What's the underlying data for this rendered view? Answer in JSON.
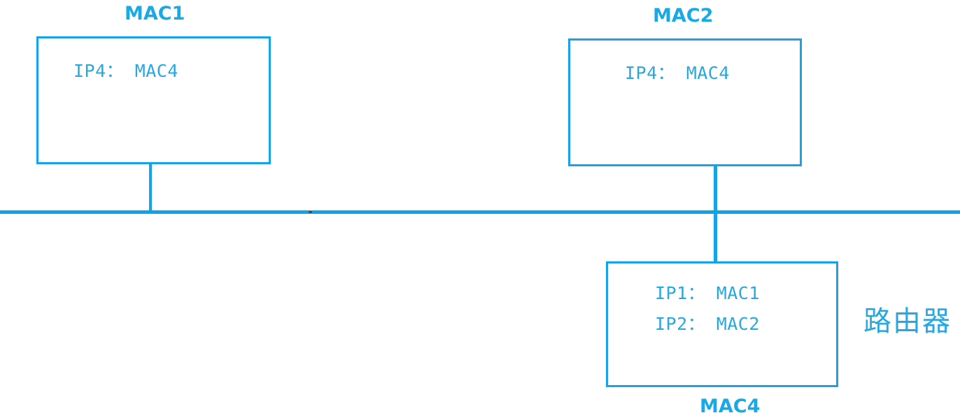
{
  "diagram": {
    "title": "Network bus diagram with two hosts and a router",
    "accent_color": "#17a3e8",
    "background_color": "#ffffff",
    "bus": {
      "name": "shared-ethernet-bus"
    },
    "hosts": [
      {
        "id": "host-1",
        "caption": "MAC1",
        "entries": [
          "IP4： MAC4"
        ]
      },
      {
        "id": "host-2",
        "caption": "MAC2",
        "entries": [
          "IP4： MAC4"
        ]
      }
    ],
    "router": {
      "id": "router-1",
      "caption": "MAC4",
      "side_label": "路由器",
      "entries": [
        "IP1： MAC1",
        "IP2： MAC2"
      ]
    }
  }
}
